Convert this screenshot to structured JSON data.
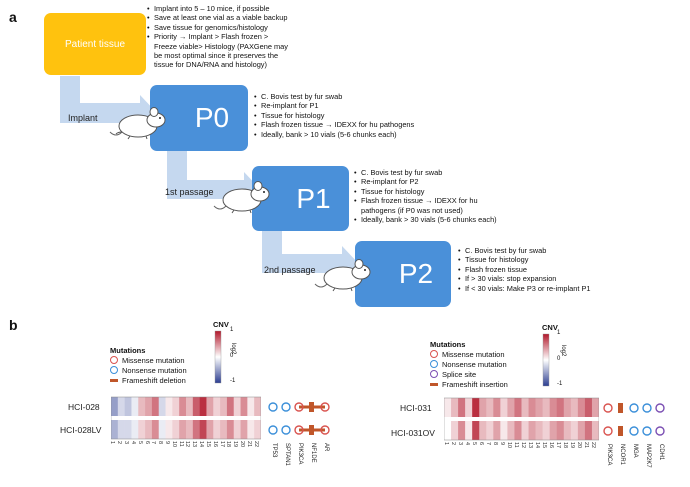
{
  "panel_a": {
    "label": "a",
    "patient_box": "Patient tissue",
    "patient_notes": [
      "Implant into 5 – 10 mice, if possible",
      "Save at least one vial as a viable backup",
      "Save tissue for genomics/histology",
      "Priority → Implant > Flash frozen >",
      "Freeze viable> Histology (PAXGene may",
      "be most optimal since it preserves the",
      "tissue for DNA/RNA and histology)"
    ],
    "arrows": [
      "Implant",
      "1st passage",
      "2nd passage"
    ],
    "stages": [
      {
        "name": "P0",
        "notes": [
          "C. Bovis test by fur swab",
          "Re-implant for P1",
          "Tissue for histology",
          "Flash frozen tissue → IDEXX for hu pathogens",
          "Ideally, bank > 10 vials (5-6 chunks each)"
        ]
      },
      {
        "name": "P1",
        "notes": [
          "C. Bovis test by fur swab",
          "Re-implant for P2",
          "Tissue for histology",
          "Flash frozen tissue → IDEXX for hu",
          "pathogens (if P0 was not used)",
          "Ideally, bank > 30 vials (5-6 chunks each)"
        ]
      },
      {
        "name": "P2",
        "notes": [
          "C. Bovis test by fur swab",
          "Tissue for histology",
          "Flash frozen tissue",
          "If > 30 vials: stop expansion",
          "If < 30 vials: Make P3 or re-implant P1"
        ]
      }
    ]
  },
  "panel_b": {
    "label": "b",
    "left": {
      "cnv_label": "CNV",
      "log_label": "log2",
      "scale_ticks": [
        "1",
        "0",
        "-1"
      ],
      "legend_title": "Mutations",
      "legend": [
        {
          "label": "Missense mutation",
          "color": "#d9534f",
          "shape": "circle"
        },
        {
          "label": "Nonsense mutation",
          "color": "#3b8fd9",
          "shape": "circle"
        },
        {
          "label": "Frameshift deletion",
          "color": "#c0562a",
          "shape": "bar"
        }
      ],
      "samples": [
        "HCI-028",
        "HCI-028LV"
      ],
      "chrom_labels": [
        "1",
        "2",
        "3",
        "4",
        "5",
        "6",
        "7",
        "8",
        "9",
        "10",
        "11",
        "12",
        "13",
        "14",
        "15",
        "16",
        "17",
        "18",
        "19",
        "20",
        "21",
        "22"
      ],
      "genes": [
        "TP53",
        "SPTAN1",
        "PIK3CA",
        "NF1DE",
        "AR"
      ],
      "rows": [
        [
          -0.5,
          -0.2,
          -0.3,
          -0.1,
          0.3,
          0.4,
          0.6,
          -0.2,
          0.1,
          0.2,
          0.5,
          0.3,
          0.7,
          0.9,
          0.4,
          0.2,
          0.3,
          0.6,
          0.2,
          0.5,
          0.1,
          0.3
        ],
        [
          -0.4,
          -0.2,
          -0.2,
          -0.1,
          0.2,
          0.3,
          0.5,
          -0.1,
          0.1,
          0.2,
          0.4,
          0.3,
          0.6,
          0.8,
          0.4,
          0.2,
          0.3,
          0.5,
          0.2,
          0.4,
          0.1,
          0.2
        ]
      ]
    },
    "right": {
      "cnv_label": "CNV",
      "log_label": "log2",
      "scale_ticks": [
        "1",
        "0",
        "-1"
      ],
      "legend_title": "Mutations",
      "legend": [
        {
          "label": "Missense mutation",
          "color": "#d9534f",
          "shape": "circle"
        },
        {
          "label": "Nonsense mutation",
          "color": "#3b8fd9",
          "shape": "circle"
        },
        {
          "label": "Splice site",
          "color": "#7b4fb3",
          "shape": "circle"
        },
        {
          "label": "Frameshift insertion",
          "color": "#c0562a",
          "shape": "bar"
        }
      ],
      "samples": [
        "HCI-031",
        "HCI-031OV"
      ],
      "chrom_labels": [
        "1",
        "2",
        "3",
        "4",
        "5",
        "6",
        "7",
        "8",
        "9",
        "10",
        "11",
        "12",
        "13",
        "14",
        "15",
        "16",
        "17",
        "18",
        "19",
        "20",
        "21",
        "22"
      ],
      "genes": [
        "PIK3CA",
        "NCOR1",
        "MGA",
        "MAP2K7",
        "CDH1"
      ],
      "rows": [
        [
          0.1,
          0.3,
          0.6,
          0.2,
          0.9,
          0.4,
          0.3,
          0.5,
          0.2,
          0.4,
          0.6,
          0.3,
          0.5,
          0.4,
          0.3,
          0.5,
          0.6,
          0.4,
          0.3,
          0.5,
          0.7,
          0.4
        ],
        [
          0.0,
          0.2,
          0.5,
          0.1,
          0.8,
          0.3,
          0.2,
          0.4,
          0.1,
          0.3,
          0.5,
          0.2,
          0.4,
          0.3,
          0.2,
          0.4,
          0.5,
          0.3,
          0.2,
          0.4,
          0.6,
          0.3
        ]
      ]
    }
  }
}
